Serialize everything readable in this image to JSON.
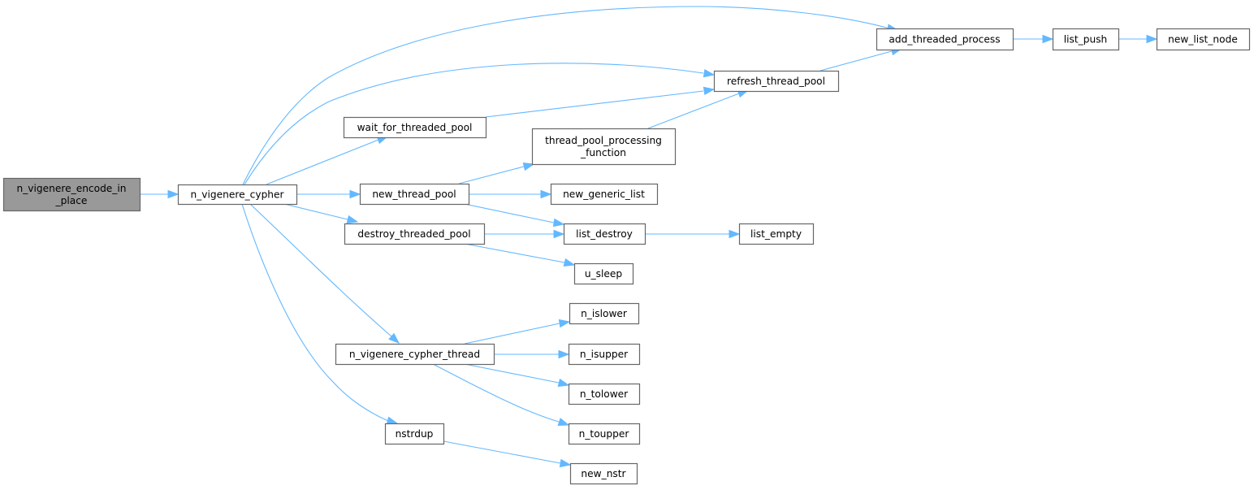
{
  "diagram": {
    "type": "call-graph",
    "colors": {
      "edge": "#63b8ff",
      "node_border": "#666666",
      "node_fill": "#ffffff",
      "root_fill": "#999999"
    },
    "nodes": [
      {
        "id": "n_vigenere_encode_in_place",
        "lines": [
          "n_vigenere_encode_in",
          "_place"
        ],
        "root": true
      },
      {
        "id": "n_vigenere_cypher",
        "lines": [
          "n_vigenere_cypher"
        ]
      },
      {
        "id": "add_threaded_process",
        "lines": [
          "add_threaded_process"
        ]
      },
      {
        "id": "list_push",
        "lines": [
          "list_push"
        ]
      },
      {
        "id": "new_list_node",
        "lines": [
          "new_list_node"
        ]
      },
      {
        "id": "refresh_thread_pool",
        "lines": [
          "refresh_thread_pool"
        ]
      },
      {
        "id": "wait_for_threaded_pool",
        "lines": [
          "wait_for_threaded_pool"
        ]
      },
      {
        "id": "thread_pool_processing_function",
        "lines": [
          "thread_pool_processing",
          "_function"
        ]
      },
      {
        "id": "new_thread_pool",
        "lines": [
          "new_thread_pool"
        ]
      },
      {
        "id": "new_generic_list",
        "lines": [
          "new_generic_list"
        ]
      },
      {
        "id": "destroy_threaded_pool",
        "lines": [
          "destroy_threaded_pool"
        ]
      },
      {
        "id": "list_destroy",
        "lines": [
          "list_destroy"
        ]
      },
      {
        "id": "list_empty",
        "lines": [
          "list_empty"
        ]
      },
      {
        "id": "u_sleep",
        "lines": [
          "u_sleep"
        ]
      },
      {
        "id": "n_vigenere_cypher_thread",
        "lines": [
          "n_vigenere_cypher_thread"
        ]
      },
      {
        "id": "n_islower",
        "lines": [
          "n_islower"
        ]
      },
      {
        "id": "n_isupper",
        "lines": [
          "n_isupper"
        ]
      },
      {
        "id": "n_tolower",
        "lines": [
          "n_tolower"
        ]
      },
      {
        "id": "n_toupper",
        "lines": [
          "n_toupper"
        ]
      },
      {
        "id": "nstrdup",
        "lines": [
          "nstrdup"
        ]
      },
      {
        "id": "new_nstr",
        "lines": [
          "new_nstr"
        ]
      }
    ],
    "edges": [
      {
        "from": "n_vigenere_encode_in_place",
        "to": "n_vigenere_cypher"
      },
      {
        "from": "n_vigenere_cypher",
        "to": "add_threaded_process"
      },
      {
        "from": "n_vigenere_cypher",
        "to": "refresh_thread_pool"
      },
      {
        "from": "n_vigenere_cypher",
        "to": "wait_for_threaded_pool"
      },
      {
        "from": "n_vigenere_cypher",
        "to": "new_thread_pool"
      },
      {
        "from": "n_vigenere_cypher",
        "to": "destroy_threaded_pool"
      },
      {
        "from": "n_vigenere_cypher",
        "to": "n_vigenere_cypher_thread"
      },
      {
        "from": "n_vigenere_cypher",
        "to": "nstrdup"
      },
      {
        "from": "add_threaded_process",
        "to": "list_push"
      },
      {
        "from": "list_push",
        "to": "new_list_node"
      },
      {
        "from": "refresh_thread_pool",
        "to": "add_threaded_process"
      },
      {
        "from": "wait_for_threaded_pool",
        "to": "refresh_thread_pool"
      },
      {
        "from": "thread_pool_processing_function",
        "to": "refresh_thread_pool"
      },
      {
        "from": "new_thread_pool",
        "to": "thread_pool_processing_function"
      },
      {
        "from": "new_thread_pool",
        "to": "new_generic_list"
      },
      {
        "from": "new_thread_pool",
        "to": "list_destroy"
      },
      {
        "from": "destroy_threaded_pool",
        "to": "list_destroy"
      },
      {
        "from": "destroy_threaded_pool",
        "to": "u_sleep"
      },
      {
        "from": "list_destroy",
        "to": "list_empty"
      },
      {
        "from": "n_vigenere_cypher_thread",
        "to": "n_islower"
      },
      {
        "from": "n_vigenere_cypher_thread",
        "to": "n_isupper"
      },
      {
        "from": "n_vigenere_cypher_thread",
        "to": "n_tolower"
      },
      {
        "from": "n_vigenere_cypher_thread",
        "to": "n_toupper"
      },
      {
        "from": "nstrdup",
        "to": "new_nstr"
      }
    ]
  }
}
